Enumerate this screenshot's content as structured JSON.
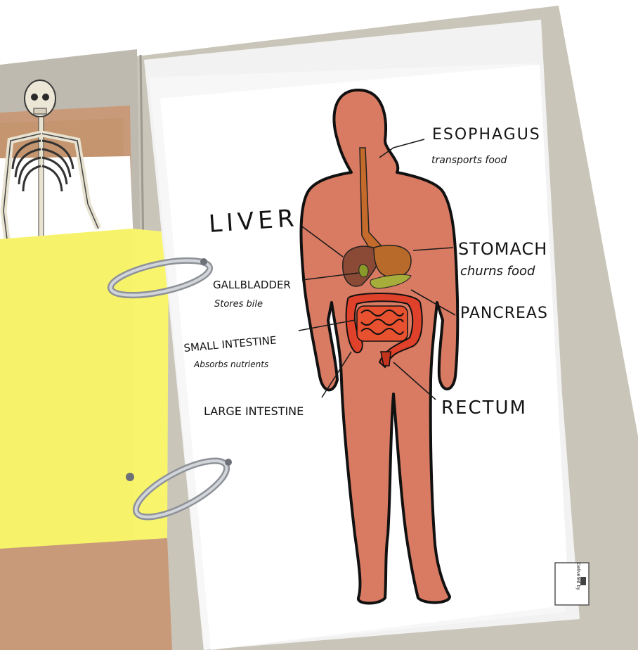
{
  "labels": {
    "esophagus": {
      "name": "ESOPHAGUS",
      "note": "transports food"
    },
    "liver": {
      "name": "LIVER"
    },
    "stomach": {
      "name": "STOMACH",
      "note": "churns food"
    },
    "gallbladder": {
      "name": "GALLBLADDER",
      "note": "Stores bile"
    },
    "pancreas": {
      "name": "PANCREAS"
    },
    "small_intestine": {
      "name": "SMALL INTESTINE",
      "note": "Absorbs nutrients"
    },
    "large_intestine": {
      "name": "LARGE INTESTINE"
    },
    "rectum": {
      "name": "RECTUM"
    }
  },
  "sticker": {
    "text": "Delivered by"
  },
  "colors": {
    "binder_board": "#c8c4b8",
    "kraft_card": "#c99a7a",
    "yellow_sheet": "#f7f46a",
    "body_fill": "#d97a62",
    "liver": "#8b4a35",
    "stomach": "#b86a2a",
    "intestine": "#e0412a",
    "gallbladder": "#8a9a2a",
    "ring_metal": "#b8bcc2"
  }
}
